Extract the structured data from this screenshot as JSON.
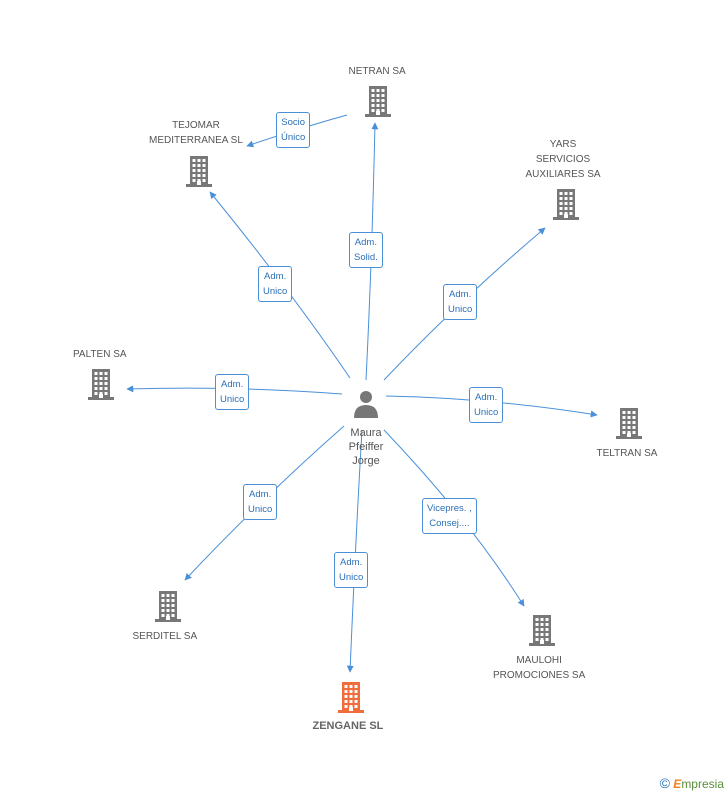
{
  "center": {
    "name": "Maura\nPfeiffer\nJorge",
    "name_lines": [
      "Maura",
      "Pfeiffer",
      "Jorge"
    ]
  },
  "nodes": [
    {
      "id": "netran",
      "label_lines": [
        "NETRAN SA"
      ],
      "color": "#777777"
    },
    {
      "id": "tejomar",
      "label_lines": [
        "TEJOMAR",
        "MEDITERRANEA SL"
      ],
      "color": "#777777"
    },
    {
      "id": "yars",
      "label_lines": [
        "YARS",
        "SERVICIOS",
        "AUXILIARES SA"
      ],
      "color": "#777777"
    },
    {
      "id": "palten",
      "label_lines": [
        "PALTEN SA"
      ],
      "color": "#777777"
    },
    {
      "id": "teltran",
      "label_lines": [
        "TELTRAN SA"
      ],
      "color": "#777777"
    },
    {
      "id": "serditel",
      "label_lines": [
        "SERDITEL SA"
      ],
      "color": "#777777"
    },
    {
      "id": "zengane",
      "label_lines": [
        "ZENGANE SL"
      ],
      "color": "#f26b3a",
      "highlight": true
    },
    {
      "id": "maulohi",
      "label_lines": [
        "MAULOHI",
        "PROMOCIONES SA"
      ],
      "color": "#777777"
    }
  ],
  "edges": [
    {
      "from": "netran",
      "to": "tejomar",
      "label_lines": [
        "Socio",
        "Único"
      ]
    },
    {
      "from": "center",
      "to": "netran",
      "label_lines": [
        "Adm.",
        "Solid."
      ]
    },
    {
      "from": "center",
      "to": "tejomar",
      "label_lines": [
        "Adm.",
        "Unico"
      ]
    },
    {
      "from": "center",
      "to": "yars",
      "label_lines": [
        "Adm.",
        "Unico"
      ]
    },
    {
      "from": "center",
      "to": "palten",
      "label_lines": [
        "Adm.",
        "Unico"
      ]
    },
    {
      "from": "center",
      "to": "teltran",
      "label_lines": [
        "Adm.",
        "Unico"
      ]
    },
    {
      "from": "center",
      "to": "serditel",
      "label_lines": [
        "Adm.",
        "Unico"
      ]
    },
    {
      "from": "center",
      "to": "zengane",
      "label_lines": [
        "Adm.",
        "Unico"
      ]
    },
    {
      "from": "center",
      "to": "maulohi",
      "label_lines": [
        "Vicepres. ,",
        "Consej...."
      ]
    }
  ],
  "colors": {
    "edge": "#4a90d9",
    "building": "#777777",
    "highlight": "#f26b3a",
    "person": "#777777"
  },
  "footer": {
    "copyright": "©",
    "brand_first": "E",
    "brand_rest": "mpresia"
  }
}
